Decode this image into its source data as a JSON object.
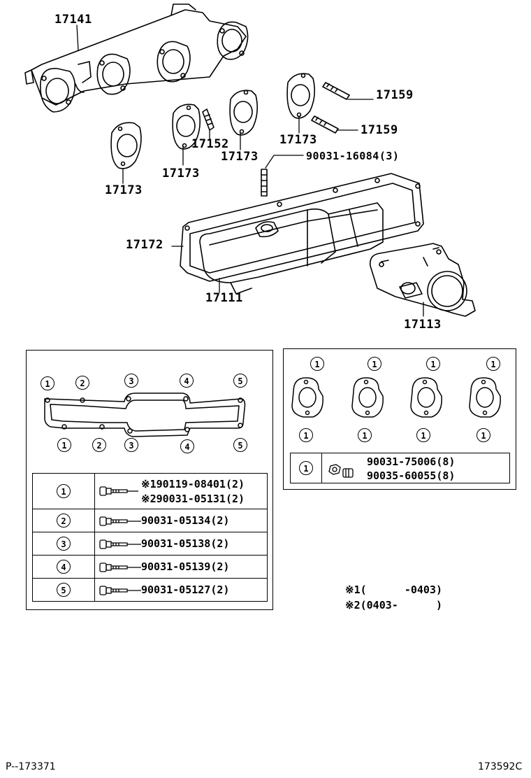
{
  "labels": {
    "p17141": "17141",
    "p17159a": "17159",
    "p17159b": "17159",
    "p17173a": "17173",
    "p17173b": "17173",
    "p17173c": "17173",
    "p17173d": "17173",
    "p17152": "17152",
    "p90031_16084": "90031-16084(3)",
    "p17172": "17172",
    "p17111": "17111",
    "p17113": "17113"
  },
  "gasket_panel": {
    "top_positions": [
      "1",
      "2",
      "3",
      "4",
      "5"
    ],
    "bottom_positions": [
      "1",
      "2",
      "3",
      "4",
      "5"
    ],
    "table": [
      {
        "pos": "1",
        "parts": [
          "※190119-08401(2)",
          "※290031-05131(2)"
        ]
      },
      {
        "pos": "2",
        "parts": [
          "90031-05134(2)"
        ]
      },
      {
        "pos": "3",
        "parts": [
          "90031-05138(2)"
        ]
      },
      {
        "pos": "4",
        "parts": [
          "90031-05139(2)"
        ]
      },
      {
        "pos": "5",
        "parts": [
          "90031-05127(2)"
        ]
      }
    ]
  },
  "flange_panel": {
    "positions": [
      "1",
      "1",
      "1",
      "1"
    ],
    "table": {
      "pos": "1",
      "parts": [
        "90031-75006(8)",
        "90035-60055(8)"
      ]
    }
  },
  "notes": [
    "※1(      -0403)",
    "※2(0403-      )"
  ],
  "footer": {
    "left": "P--173371",
    "right": "173592C"
  }
}
